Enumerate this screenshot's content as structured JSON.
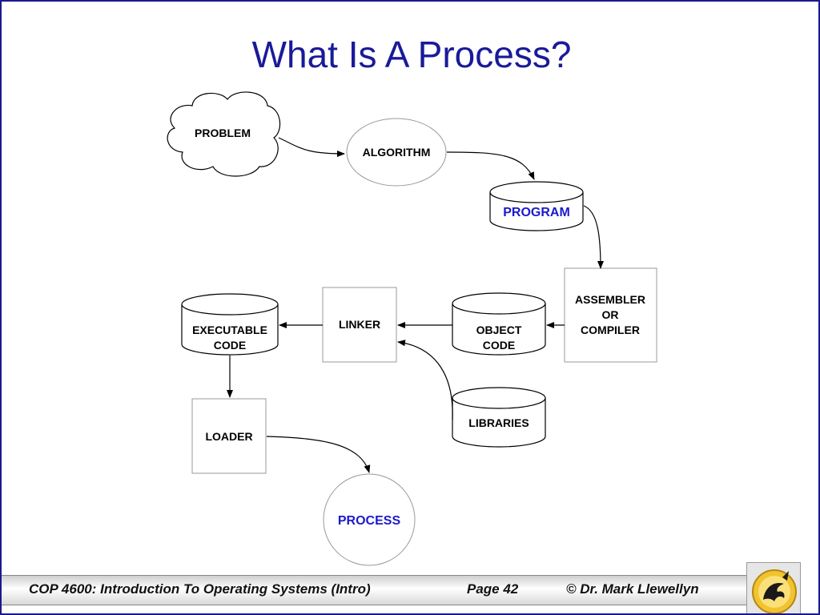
{
  "slide": {
    "title": "What Is A Process?"
  },
  "diagram": {
    "nodes": {
      "problem": "PROBLEM",
      "algorithm": "ALGORITHM",
      "program": "PROGRAM",
      "assembler_line1": "ASSEMBLER",
      "assembler_line2": "OR",
      "assembler_line3": "COMPILER",
      "object_code_line1": "OBJECT",
      "object_code_line2": "CODE",
      "linker": "LINKER",
      "executable_line1": "EXECUTABLE",
      "executable_line2": "CODE",
      "libraries": "LIBRARIES",
      "loader": "LOADER",
      "process": "PROCESS"
    },
    "colors": {
      "highlight_text": "#1a1acc",
      "title": "#1a1a99"
    }
  },
  "footer": {
    "course": "COP 4600: Introduction To Operating Systems (Intro)",
    "page": "Page 42",
    "author": "© Dr. Mark Llewellyn",
    "logo_icon": "pegasus-logo-icon"
  }
}
